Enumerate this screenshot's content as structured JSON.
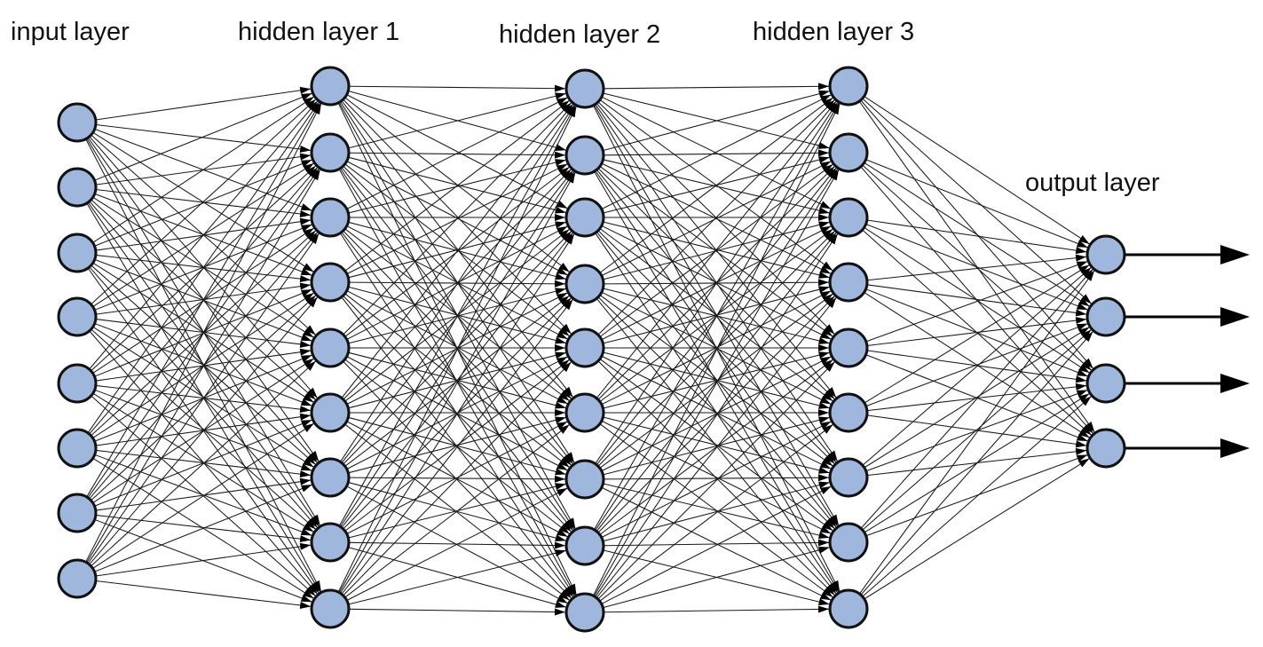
{
  "network": {
    "colors": {
      "neuron_fill": "#9fb6dd",
      "neuron_stroke": "#111111",
      "edge": "#1a1a1a",
      "background": "#ffffff"
    },
    "layers": [
      {
        "id": "input",
        "label": "input layer",
        "neurons": 8
      },
      {
        "id": "hidden1",
        "label": "hidden layer 1",
        "neurons": 9
      },
      {
        "id": "hidden2",
        "label": "hidden layer 2",
        "neurons": 9
      },
      {
        "id": "hidden3",
        "label": "hidden layer 3",
        "neurons": 9
      },
      {
        "id": "output",
        "label": "output layer",
        "neurons": 4
      }
    ]
  }
}
